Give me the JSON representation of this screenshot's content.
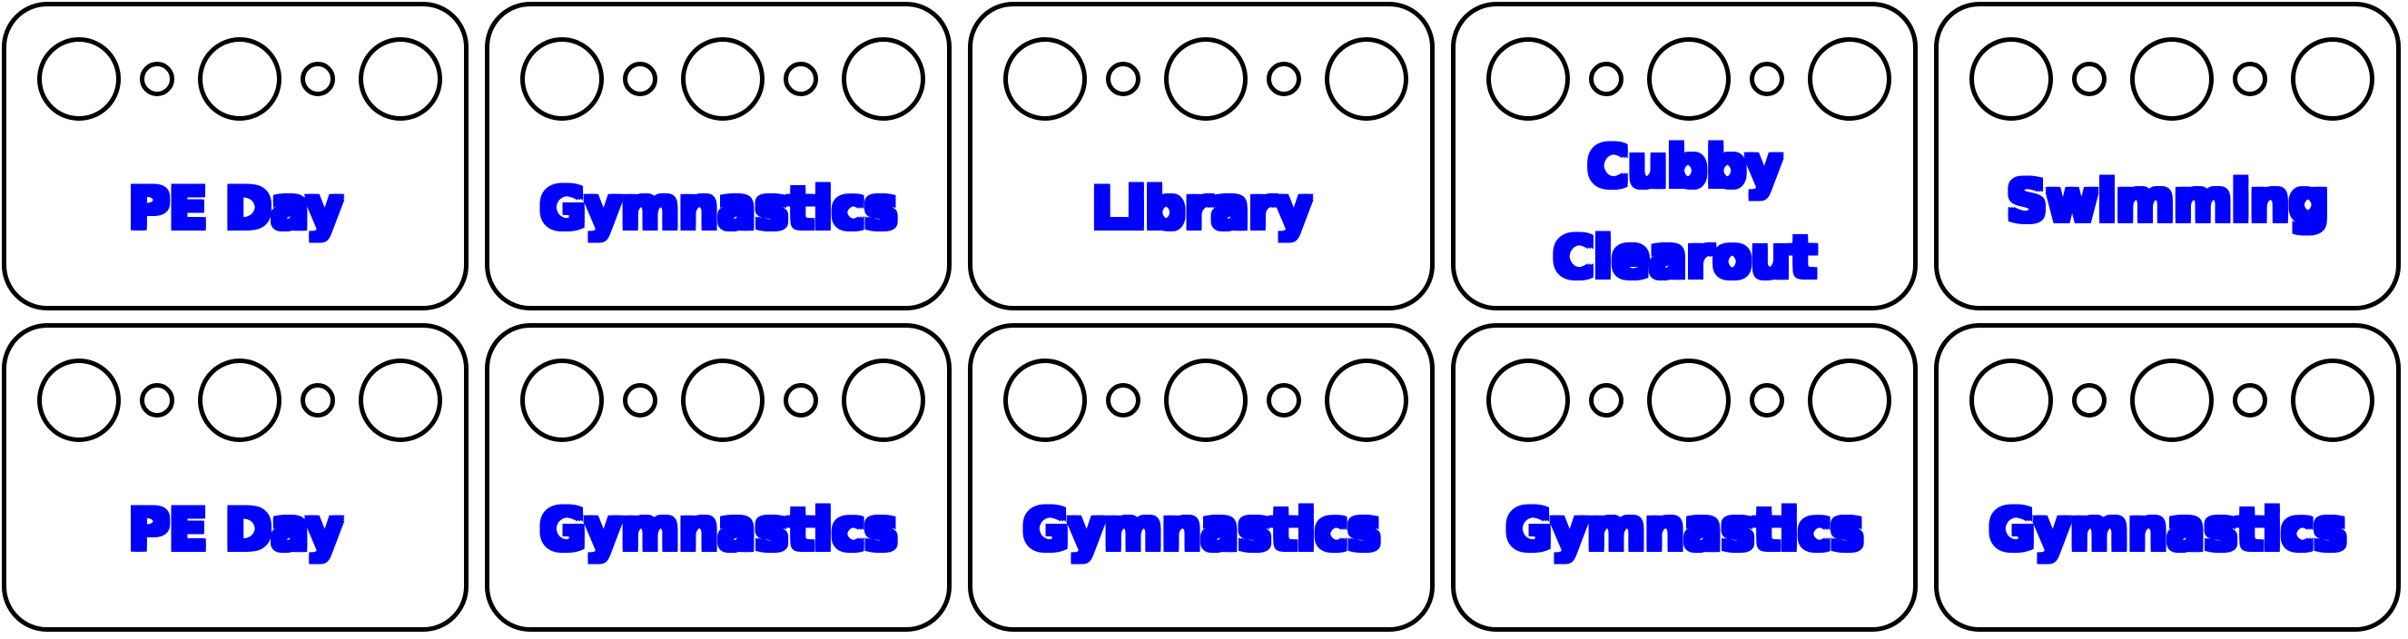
{
  "cards": [
    {
      "label": "PE Day"
    },
    {
      "label": "Gymnastics"
    },
    {
      "label": "Library"
    },
    {
      "label": "Cubby\nClearout"
    },
    {
      "label": "Swimming"
    },
    {
      "label": "PE Day"
    },
    {
      "label": "Gymnastics"
    },
    {
      "label": "Gymnastics"
    },
    {
      "label": "Gymnastics"
    },
    {
      "label": "Gymnastics"
    }
  ],
  "colors": {
    "label_fill": "#0000ff",
    "label_outline": "#ffffff",
    "card_border": "#000000",
    "background": "#ffffff"
  }
}
